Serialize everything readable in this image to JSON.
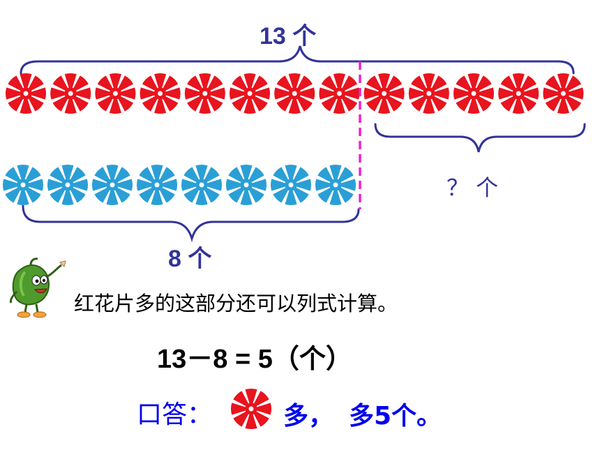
{
  "top_brace": {
    "label": "13 个"
  },
  "bottom_brace": {
    "label": "8 个"
  },
  "question_brace": {
    "label": "？ 个"
  },
  "red_row": {
    "count": 13,
    "color": "#e8141e"
  },
  "blue_row": {
    "count": 8,
    "color": "#2a9fd6"
  },
  "divider_color": "#ee22cc",
  "brace_color": "#333399",
  "prompt_text": "红花片多的这部分还可以列式计算。",
  "equation": "13－8 = 5（个）",
  "answer": {
    "prefix": "口答：",
    "middle": "多，",
    "suffix": "多5个。"
  }
}
